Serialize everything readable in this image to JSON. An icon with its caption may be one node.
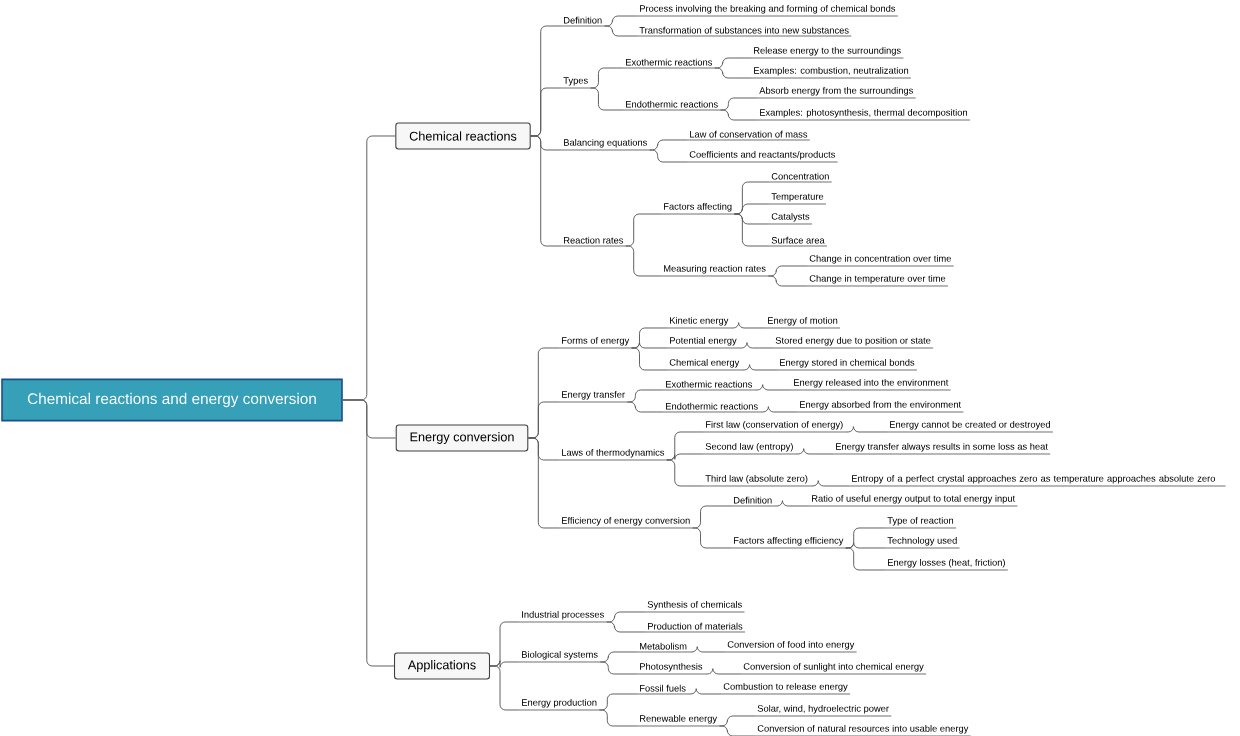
{
  "diagram": {
    "nodes": [
      {
        "text": [
          "Chemical reactions and energy conversion"
        ]
      },
      {
        "text": [
          "Chemical reactions"
        ]
      },
      {
        "text": [
          "Definition"
        ]
      },
      {
        "text": [
          "Process involving the breaking and forming of chemical bonds"
        ]
      },
      {
        "text": [
          "Transformation of substances into new substances"
        ]
      },
      {
        "text": [
          "Types"
        ]
      },
      {
        "text": [
          "Exothermic reactions"
        ]
      },
      {
        "text": [
          "Release energy to the surroundings"
        ]
      },
      {
        "text": [
          "Examples: combustion, neutralization"
        ]
      },
      {
        "text": [
          "Endothermic reactions"
        ]
      },
      {
        "text": [
          "Absorb energy from the surroundings"
        ]
      },
      {
        "text": [
          "Examples: photosynthesis, thermal decomposition"
        ]
      },
      {
        "text": [
          "Balancing equations"
        ]
      },
      {
        "text": [
          "Law of conservation of mass"
        ]
      },
      {
        "text": [
          "Coefficients and reactants/products"
        ]
      },
      {
        "text": [
          "Reaction rates"
        ]
      },
      {
        "text": [
          "Factors affecting"
        ]
      },
      {
        "text": [
          "Concentration"
        ]
      },
      {
        "text": [
          "Temperature"
        ]
      },
      {
        "text": [
          "Catalysts"
        ]
      },
      {
        "text": [
          "Surface area"
        ]
      },
      {
        "text": [
          "Measuring reaction rates"
        ]
      },
      {
        "text": [
          "Change in concentration over time"
        ]
      },
      {
        "text": [
          "Change in temperature over time"
        ]
      },
      {
        "text": [
          "Energy conversion"
        ]
      },
      {
        "text": [
          "Forms of energy"
        ]
      },
      {
        "text": [
          "Kinetic energy"
        ]
      },
      {
        "text": [
          "Energy of motion"
        ]
      },
      {
        "text": [
          "Potential energy"
        ]
      },
      {
        "text": [
          "Stored energy due to position or state"
        ]
      },
      {
        "text": [
          "Chemical energy"
        ]
      },
      {
        "text": [
          "Energy stored in chemical bonds"
        ]
      },
      {
        "text": [
          "Energy transfer"
        ]
      },
      {
        "text": [
          "Exothermic reactions"
        ]
      },
      {
        "text": [
          "Energy released into the environment"
        ]
      },
      {
        "text": [
          "Endothermic reactions"
        ]
      },
      {
        "text": [
          "Energy absorbed from the environment"
        ]
      },
      {
        "text": [
          "Laws of thermodynamics"
        ]
      },
      {
        "text": [
          "First law (conservation of energy)"
        ]
      },
      {
        "text": [
          "Energy cannot be created or destroyed"
        ]
      },
      {
        "text": [
          "Second law (entropy)"
        ]
      },
      {
        "text": [
          "Energy transfer always results in some loss as heat"
        ]
      },
      {
        "text": [
          "Third law (absolute zero)"
        ]
      },
      {
        "text": [
          "Entropy of a perfect crystal approaches zero as temperature approaches absolute zero"
        ]
      },
      {
        "text": [
          "Efficiency of energy conversion"
        ]
      },
      {
        "text": [
          "Definition"
        ]
      },
      {
        "text": [
          "Ratio of useful energy output to total energy input"
        ]
      },
      {
        "text": [
          "Factors affecting efficiency"
        ]
      },
      {
        "text": [
          "Type of reaction"
        ]
      },
      {
        "text": [
          "Technology used"
        ]
      },
      {
        "text": [
          "Energy losses (heat, friction)"
        ]
      },
      {
        "text": [
          "Applications"
        ]
      },
      {
        "text": [
          "Industrial processes"
        ]
      },
      {
        "text": [
          "Synthesis of chemicals"
        ]
      },
      {
        "text": [
          "Production of materials"
        ]
      },
      {
        "text": [
          "Biological systems"
        ]
      },
      {
        "text": [
          "Metabolism"
        ]
      },
      {
        "text": [
          "Conversion of food into energy"
        ]
      },
      {
        "text": [
          "Photosynthesis"
        ]
      },
      {
        "text": [
          "Conversion of sunlight into chemical energy"
        ]
      },
      {
        "text": [
          "Energy production"
        ]
      },
      {
        "text": [
          "Fossil fuels"
        ]
      },
      {
        "text": [
          "Combustion to release energy"
        ]
      },
      {
        "text": [
          "Renewable energy"
        ]
      },
      {
        "text": [
          "Solar, wind, hydroelectric power"
        ]
      },
      {
        "text": [
          "Conversion of natural resources into usable energy"
        ]
      }
    ],
    "edges": [
      {
        "from": 0,
        "to": 1,
        "arrow": "none"
      },
      {
        "from": 1,
        "to": 2,
        "arrow": "none"
      },
      {
        "from": 2,
        "to": 3,
        "arrow": "none"
      },
      {
        "from": 2,
        "to": 4,
        "arrow": "none"
      },
      {
        "from": 1,
        "to": 5,
        "arrow": "none"
      },
      {
        "from": 5,
        "to": 6,
        "arrow": "none"
      },
      {
        "from": 6,
        "to": 7,
        "arrow": "none"
      },
      {
        "from": 6,
        "to": 8,
        "arrow": "none"
      },
      {
        "from": 5,
        "to": 9,
        "arrow": "none"
      },
      {
        "from": 9,
        "to": 10,
        "arrow": "none"
      },
      {
        "from": 9,
        "to": 11,
        "arrow": "none"
      },
      {
        "from": 1,
        "to": 12,
        "arrow": "none"
      },
      {
        "from": 12,
        "to": 13,
        "arrow": "none"
      },
      {
        "from": 12,
        "to": 14,
        "arrow": "none"
      },
      {
        "from": 1,
        "to": 15,
        "arrow": "none"
      },
      {
        "from": 15,
        "to": 16,
        "arrow": "none"
      },
      {
        "from": 16,
        "to": 17,
        "arrow": "none"
      },
      {
        "from": 16,
        "to": 18,
        "arrow": "none"
      },
      {
        "from": 16,
        "to": 19,
        "arrow": "none"
      },
      {
        "from": 16,
        "to": 20,
        "arrow": "none"
      },
      {
        "from": 15,
        "to": 21,
        "arrow": "none"
      },
      {
        "from": 21,
        "to": 22,
        "arrow": "none"
      },
      {
        "from": 21,
        "to": 23,
        "arrow": "none"
      },
      {
        "from": 0,
        "to": 24,
        "arrow": "none"
      },
      {
        "from": 24,
        "to": 25,
        "arrow": "none"
      },
      {
        "from": 25,
        "to": 26,
        "arrow": "none"
      },
      {
        "from": 26,
        "to": 27,
        "arrow": "none"
      },
      {
        "from": 25,
        "to": 28,
        "arrow": "none"
      },
      {
        "from": 28,
        "to": 29,
        "arrow": "none"
      },
      {
        "from": 25,
        "to": 30,
        "arrow": "none"
      },
      {
        "from": 30,
        "to": 31,
        "arrow": "none"
      },
      {
        "from": 24,
        "to": 32,
        "arrow": "none"
      },
      {
        "from": 32,
        "to": 33,
        "arrow": "none"
      },
      {
        "from": 33,
        "to": 34,
        "arrow": "none"
      },
      {
        "from": 32,
        "to": 35,
        "arrow": "none"
      },
      {
        "from": 35,
        "to": 36,
        "arrow": "none"
      },
      {
        "from": 24,
        "to": 37,
        "arrow": "none"
      },
      {
        "from": 37,
        "to": 38,
        "arrow": "none"
      },
      {
        "from": 38,
        "to": 39,
        "arrow": "none"
      },
      {
        "from": 37,
        "to": 40,
        "arrow": "none"
      },
      {
        "from": 40,
        "to": 41,
        "arrow": "none"
      },
      {
        "from": 37,
        "to": 42,
        "arrow": "none"
      },
      {
        "from": 42,
        "to": 43,
        "arrow": "none"
      },
      {
        "from": 24,
        "to": 44,
        "arrow": "none"
      },
      {
        "from": 44,
        "to": 45,
        "arrow": "none"
      },
      {
        "from": 45,
        "to": 46,
        "arrow": "none"
      },
      {
        "from": 44,
        "to": 47,
        "arrow": "none"
      },
      {
        "from": 47,
        "to": 48,
        "arrow": "none"
      },
      {
        "from": 47,
        "to": 49,
        "arrow": "none"
      },
      {
        "from": 47,
        "to": 50,
        "arrow": "none"
      },
      {
        "from": 0,
        "to": 51,
        "arrow": "none"
      },
      {
        "from": 51,
        "to": 52,
        "arrow": "none"
      },
      {
        "from": 52,
        "to": 53,
        "arrow": "none"
      },
      {
        "from": 52,
        "to": 54,
        "arrow": "none"
      },
      {
        "from": 51,
        "to": 55,
        "arrow": "none"
      },
      {
        "from": 55,
        "to": 56,
        "arrow": "none"
      },
      {
        "from": 56,
        "to": 57,
        "arrow": "none"
      },
      {
        "from": 55,
        "to": 58,
        "arrow": "none"
      },
      {
        "from": 58,
        "to": 59,
        "arrow": "none"
      },
      {
        "from": 51,
        "to": 60,
        "arrow": "none"
      },
      {
        "from": 60,
        "to": 61,
        "arrow": "none"
      },
      {
        "from": 61,
        "to": 62,
        "arrow": "none"
      },
      {
        "from": 60,
        "to": 63,
        "arrow": "none"
      },
      {
        "from": 63,
        "to": 64,
        "arrow": "none"
      },
      {
        "from": 63,
        "to": 65,
        "arrow": "none"
      }
    ]
  }
}
